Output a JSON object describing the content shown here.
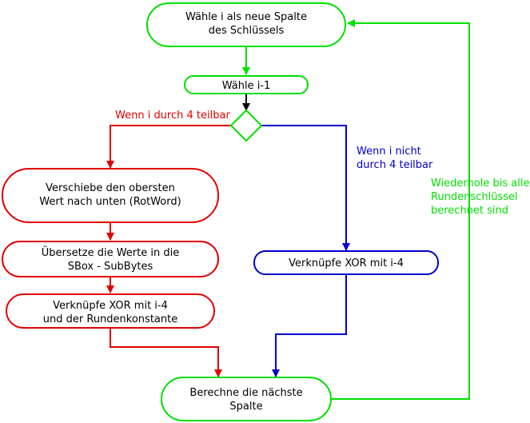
{
  "colors": {
    "green": "#00e000",
    "red": "#e00000",
    "blue": "#0000d0",
    "black": "#000000"
  },
  "nodes": {
    "start": {
      "line1": "Wähle i als neue Spalte",
      "line2": "des Schlüssels"
    },
    "choose_prev": {
      "label": "Wähle i-1"
    },
    "rotword": {
      "line1": "Verschiebe den obersten",
      "line2": "Wert nach unten (RotWord)"
    },
    "subbytes": {
      "line1": "Übersetze die Werte in die",
      "line2": "SBox - SubBytes"
    },
    "xor_rcon": {
      "line1": "Verknüpfe XOR mit i-4",
      "line2": "und der Rundenkonstante"
    },
    "xor_simple": {
      "label": "Verknüpfe XOR mit i-4"
    },
    "next_column": {
      "line1": "Berechne die nächste",
      "line2": "Spalte"
    }
  },
  "labels": {
    "divisible": "Wenn i durch 4 teilbar",
    "not_divisible_line1": "Wenn i nicht",
    "not_divisible_line2": "durch 4 teilbar",
    "repeat_line1": "Wiederhole bis alle",
    "repeat_line2": "Rundenschlüssel",
    "repeat_line3": "berechnet sind"
  }
}
